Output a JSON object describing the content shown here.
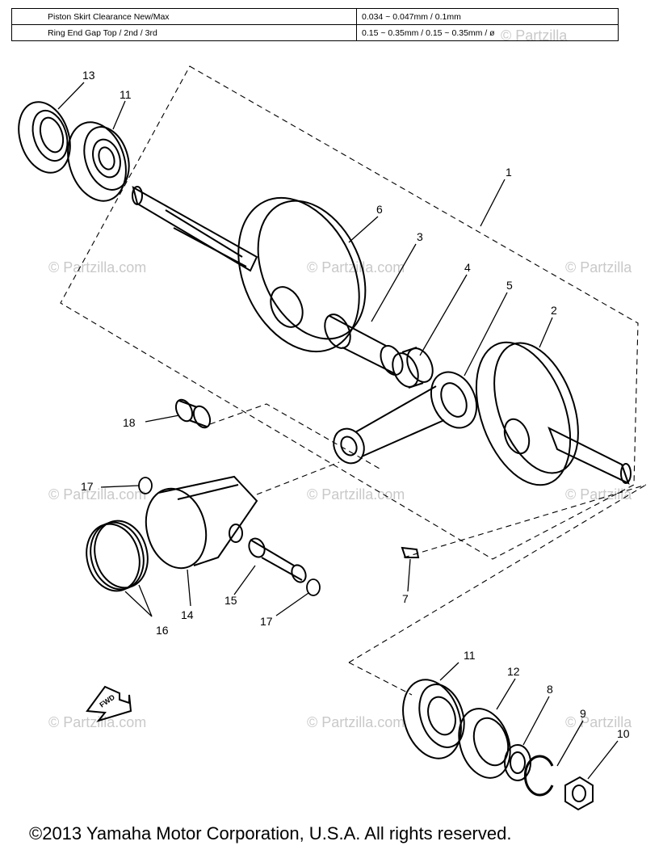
{
  "spec_table": [
    {
      "label": "Piston Skirt Clearance New/Max",
      "value": "0.034 ~ 0.047mm / 0.1mm"
    },
    {
      "label": "Ring End Gap Top / 2nd / 3rd",
      "value": "0.15 ~ 0.35mm / 0.15 ~ 0.35mm / ø"
    }
  ],
  "callouts": [
    "13",
    "11",
    "1",
    "6",
    "3",
    "4",
    "5",
    "2",
    "18",
    "17",
    "14",
    "15",
    "17",
    "16",
    "7",
    "11",
    "12",
    "8",
    "9",
    "10"
  ],
  "watermark": "© Partzilla.com",
  "watermark_short": "© Partzilla",
  "fwd_label": "FWD",
  "footer": "©2013 Yamaha Motor Corporation, U.S.A. All rights reserved."
}
